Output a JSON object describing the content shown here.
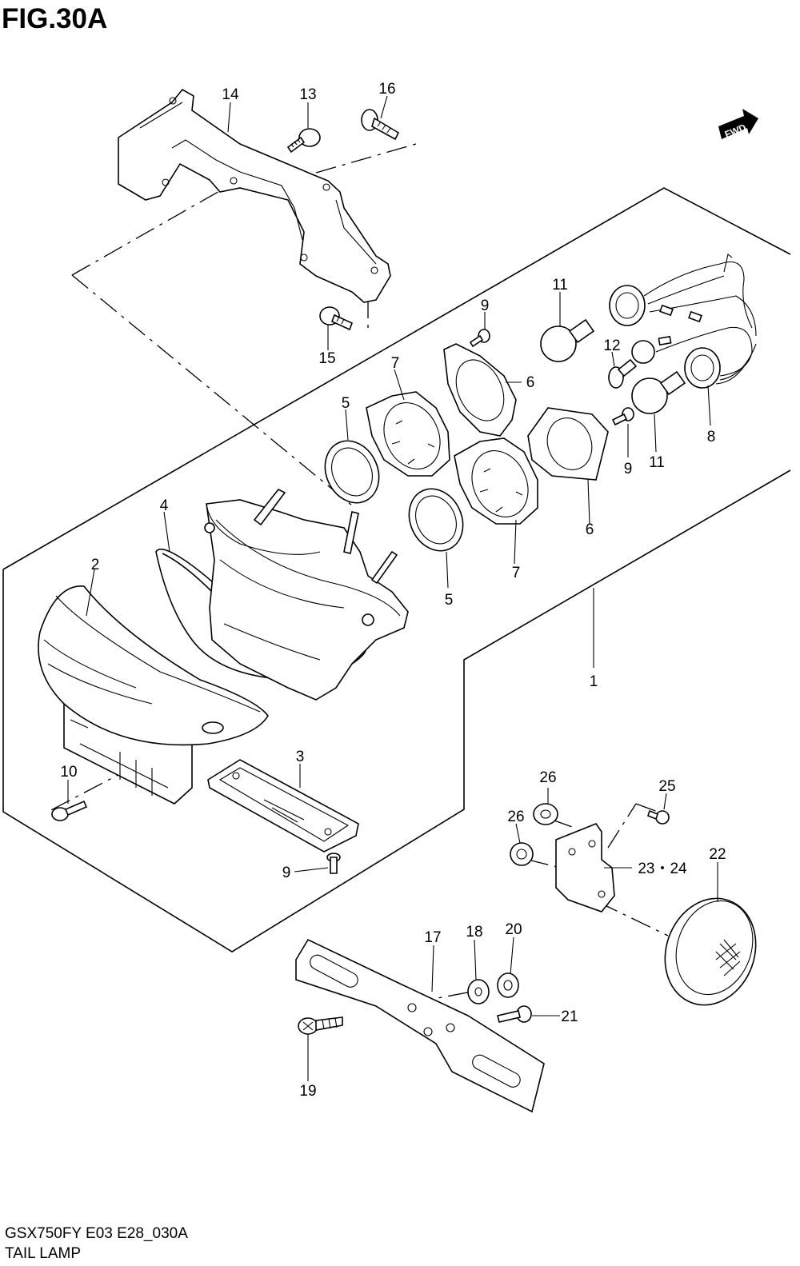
{
  "figure": {
    "title": "FIG.30A",
    "model_code": "GSX750FY E03 E28_030A",
    "assembly_name": "TAIL LAMP",
    "direction_marker": "FWD"
  },
  "callouts": {
    "c1": "1",
    "c2": "2",
    "c3": "3",
    "c4": "4",
    "c5a": "5",
    "c5b": "5",
    "c6a": "6",
    "c6b": "6",
    "c7a": "7",
    "c7b": "7",
    "c8": "8",
    "c9a": "9",
    "c9b": "9",
    "c9c": "9",
    "c10": "10",
    "c11a": "11",
    "c11b": "11",
    "c12": "12",
    "c13": "13",
    "c14": "14",
    "c15": "15",
    "c16": "16",
    "c17": "17",
    "c18": "18",
    "c19": "19",
    "c20": "20",
    "c21": "21",
    "c22": "22",
    "c23_24": "23・24",
    "c25": "25",
    "c26a": "26",
    "c26b": "26"
  },
  "colors": {
    "line": "#000000",
    "background": "#ffffff"
  }
}
